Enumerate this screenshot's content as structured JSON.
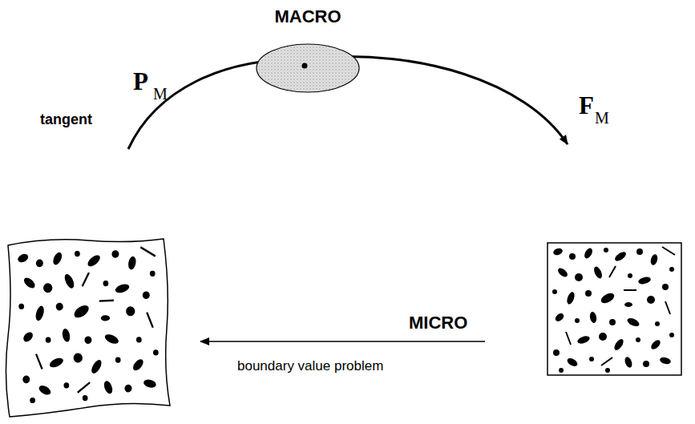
{
  "diagram": {
    "nodes": [
      {
        "text": [
          "MACRO"
        ]
      }
    ],
    "labels": [
      "P",
      "M",
      "tangent",
      "F",
      "M",
      "MICRO",
      "boundary value problem"
    ]
  }
}
